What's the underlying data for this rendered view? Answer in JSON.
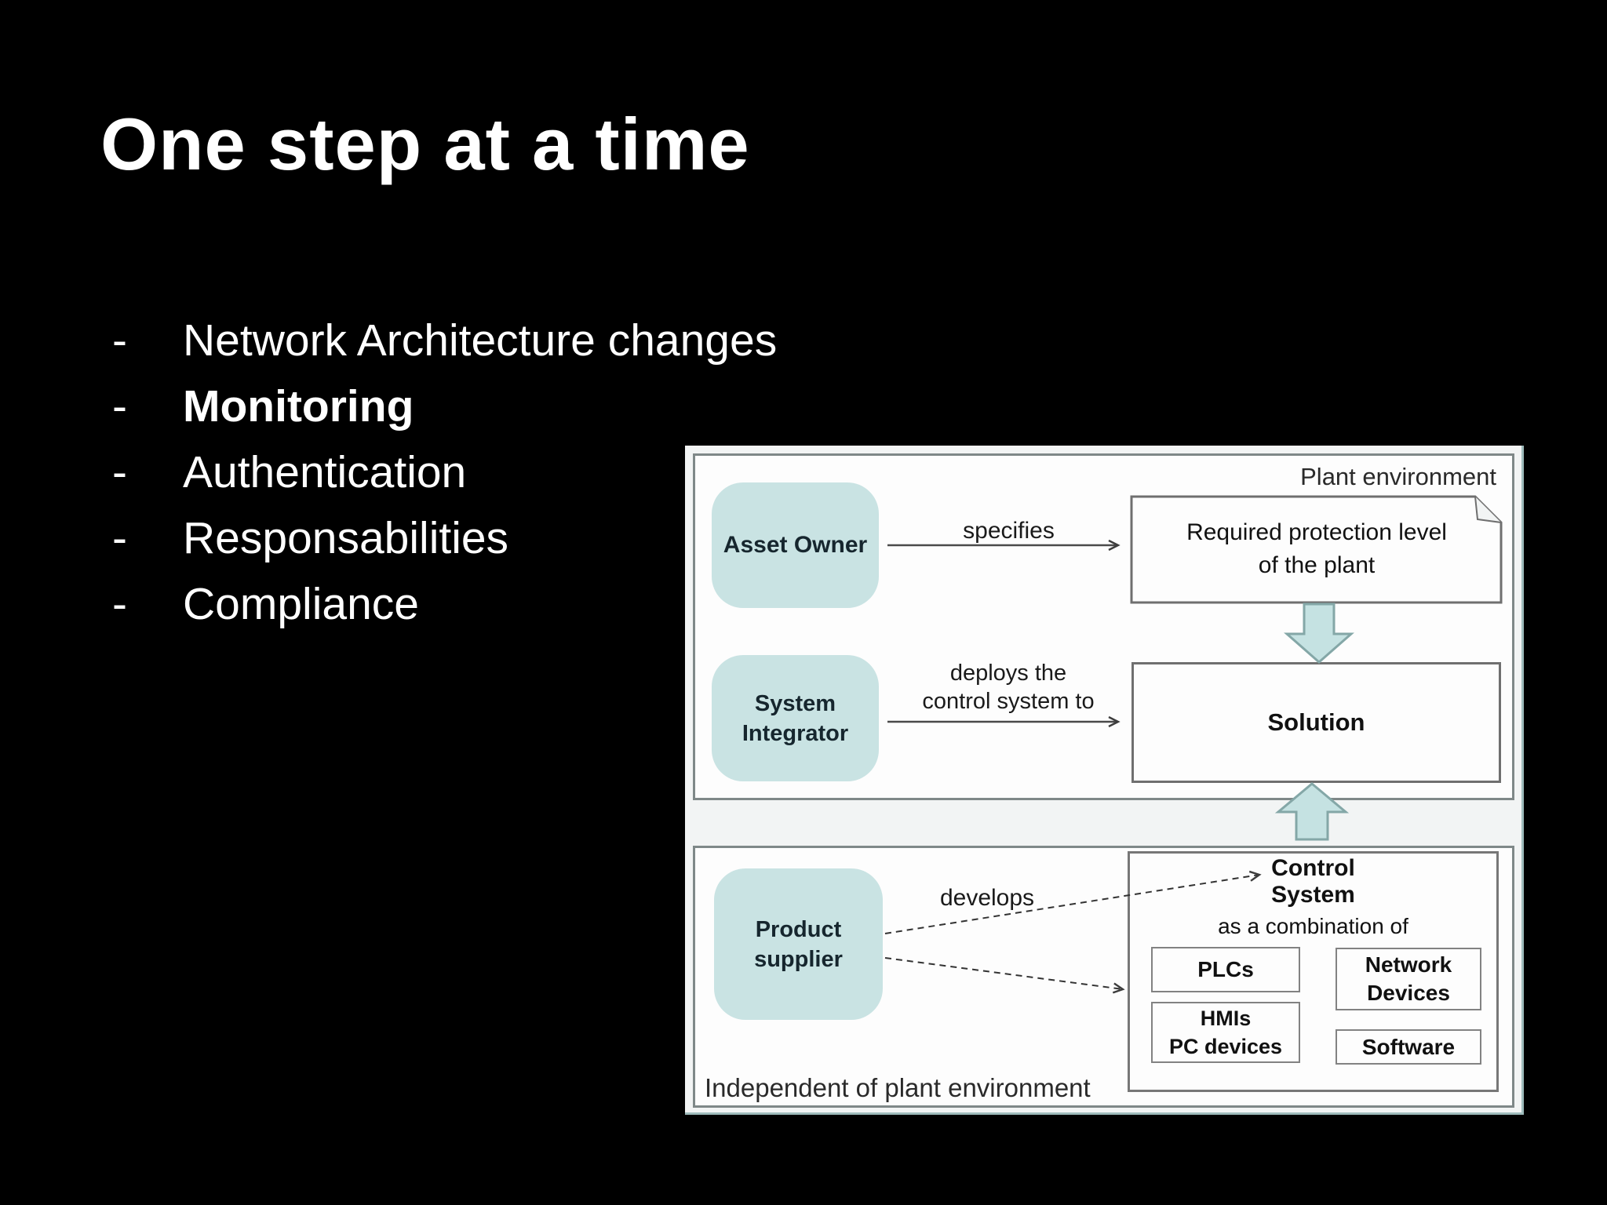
{
  "slide": {
    "title": "One step at a time",
    "bullet_marker": "-",
    "bullets": [
      {
        "text": "Network Architecture changes",
        "bold": false
      },
      {
        "text": "Monitoring",
        "bold": true
      },
      {
        "text": "Authentication",
        "bold": false
      },
      {
        "text": "Responsabilities",
        "bold": false
      },
      {
        "text": "Compliance",
        "bold": false
      }
    ]
  },
  "diagram": {
    "colors": {
      "actor_fill": "#c9e3e3",
      "block_arrow_fill": "#c5e2e2",
      "block_arrow_border": "#84a7a7",
      "panel_border": "#7f8888"
    },
    "plant_panel": {
      "label": "Plant environment",
      "asset_owner": "Asset Owner",
      "specifies": "specifies",
      "required_line1": "Required protection level",
      "required_line2": "of the plant",
      "system_integrator_line1": "System",
      "system_integrator_line2": "Integrator",
      "deploys_line1": "deploys the",
      "deploys_line2": "control system to",
      "solution": "Solution"
    },
    "independent_panel": {
      "label": "Independent of plant environment",
      "product_supplier_line1": "Product",
      "product_supplier_line2": "supplier",
      "develops": "develops",
      "control_system_line1": "Control",
      "control_system_line2": "System",
      "combination": "as a combination of",
      "plcs": "PLCs",
      "hmis_line1": "HMIs",
      "hmis_line2": "PC devices",
      "network_line1": "Network",
      "network_line2": "Devices",
      "software": "Software"
    }
  }
}
